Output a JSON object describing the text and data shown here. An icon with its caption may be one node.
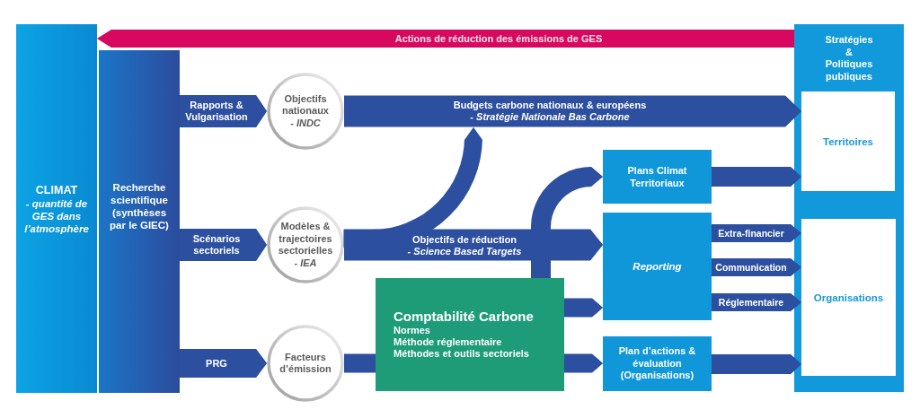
{
  "diagram": {
    "nodes": [
      {
        "text": [
          "CLIMAT",
          "- quantité de GES dans l’atmosphère"
        ]
      },
      {
        "text": [
          "Recherche scientifique (synthèses par le GIEC)"
        ]
      },
      {
        "text": [
          "Objectifs nationaux *- INDC*"
        ]
      },
      {
        "text": [
          "Modèles & trajectoires sectorielles *- IEA*"
        ]
      },
      {
        "text": [
          "Facteurs d’émission"
        ]
      },
      {
        "text": [
          "Comptabilité Carbone",
          "Normes",
          "Méthode réglementaire",
          "Méthodes et outils sectoriels"
        ]
      },
      {
        "text": [
          "Plans Climat Territoriaux"
        ]
      },
      {
        "text": [
          "Reporting"
        ]
      },
      {
        "text": [
          "Plan d’actions & évaluation (Organisations)"
        ]
      },
      {
        "text": [
          "Stratégies & Politiques publiques"
        ]
      },
      {
        "text": [
          "Territoires"
        ],
        "in": 9
      },
      {
        "text": [
          "Organisations"
        ],
        "in": 9
      }
    ],
    "edges": [
      {
        "from": 9,
        "to": 0,
        "arrow": "to",
        "label": "Actions de réduction des émissions de GES",
        "color": "#d6085f"
      },
      {
        "from": 1,
        "to": 2,
        "arrow": "to",
        "label": "Rapports & Vulgarisation"
      },
      {
        "from": 1,
        "to": 3,
        "arrow": "to",
        "label": "Scénarios sectoriels"
      },
      {
        "from": 1,
        "to": 4,
        "arrow": "to",
        "label": "PRG"
      },
      {
        "from": 2,
        "to": 10,
        "arrow": "to",
        "label": "Budgets carbone nationaux & européens *- Stratégie Nationale Bas Carbone*"
      },
      {
        "from": 3,
        "to": 7,
        "arrow": "to",
        "label": "Objectifs de réduction *- Science Based Targets*"
      },
      {
        "from": 3,
        "to": null,
        "arrow": "to"
      },
      {
        "from": 5,
        "to": 6,
        "arrow": "to"
      },
      {
        "from": 4,
        "to": 5,
        "arrow": "none"
      },
      {
        "from": 5,
        "to": 7,
        "arrow": "to"
      },
      {
        "from": 5,
        "to": 8,
        "arrow": "to"
      },
      {
        "from": 6,
        "to": 10,
        "arrow": "to"
      },
      {
        "from": 7,
        "to": 11,
        "arrow": "to",
        "label": "Extra-financier"
      },
      {
        "from": 7,
        "to": 11,
        "arrow": "to",
        "label": "Communication"
      },
      {
        "from": 7,
        "to": 11,
        "arrow": "to",
        "label": "Réglementaire"
      },
      {
        "from": 8,
        "to": 11,
        "arrow": "to"
      }
    ]
  }
}
